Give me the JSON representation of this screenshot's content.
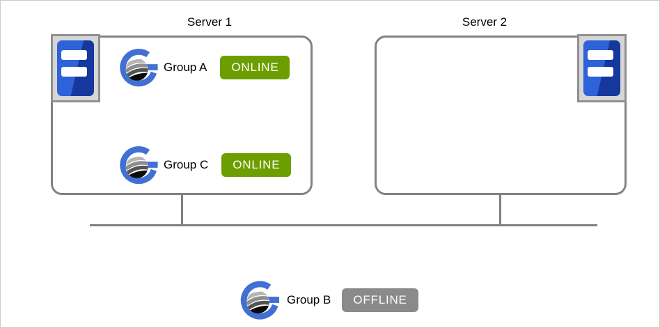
{
  "diagram": {
    "servers": [
      {
        "title": "Server 1",
        "groups": [
          {
            "name": "Group A",
            "status": "ONLINE"
          },
          {
            "name": "Group C",
            "status": "ONLINE"
          }
        ]
      },
      {
        "title": "Server 2",
        "groups": []
      }
    ],
    "standalone_group": {
      "name": "Group B",
      "status": "OFFLINE"
    },
    "icons": {
      "server": "server-tower-icon",
      "group": "group-replication-icon"
    },
    "colors": {
      "online_badge": "#6d9e00",
      "offline_badge": "#8a8a8a",
      "logo_blue": "#4170d4",
      "server_icon_blue_light": "#2e62d8",
      "server_icon_blue_dark": "#16379e",
      "box_border_gray": "#828282",
      "line_gray": "#7f7f7f",
      "icon_panel_gray": "#d6d6d6"
    }
  }
}
